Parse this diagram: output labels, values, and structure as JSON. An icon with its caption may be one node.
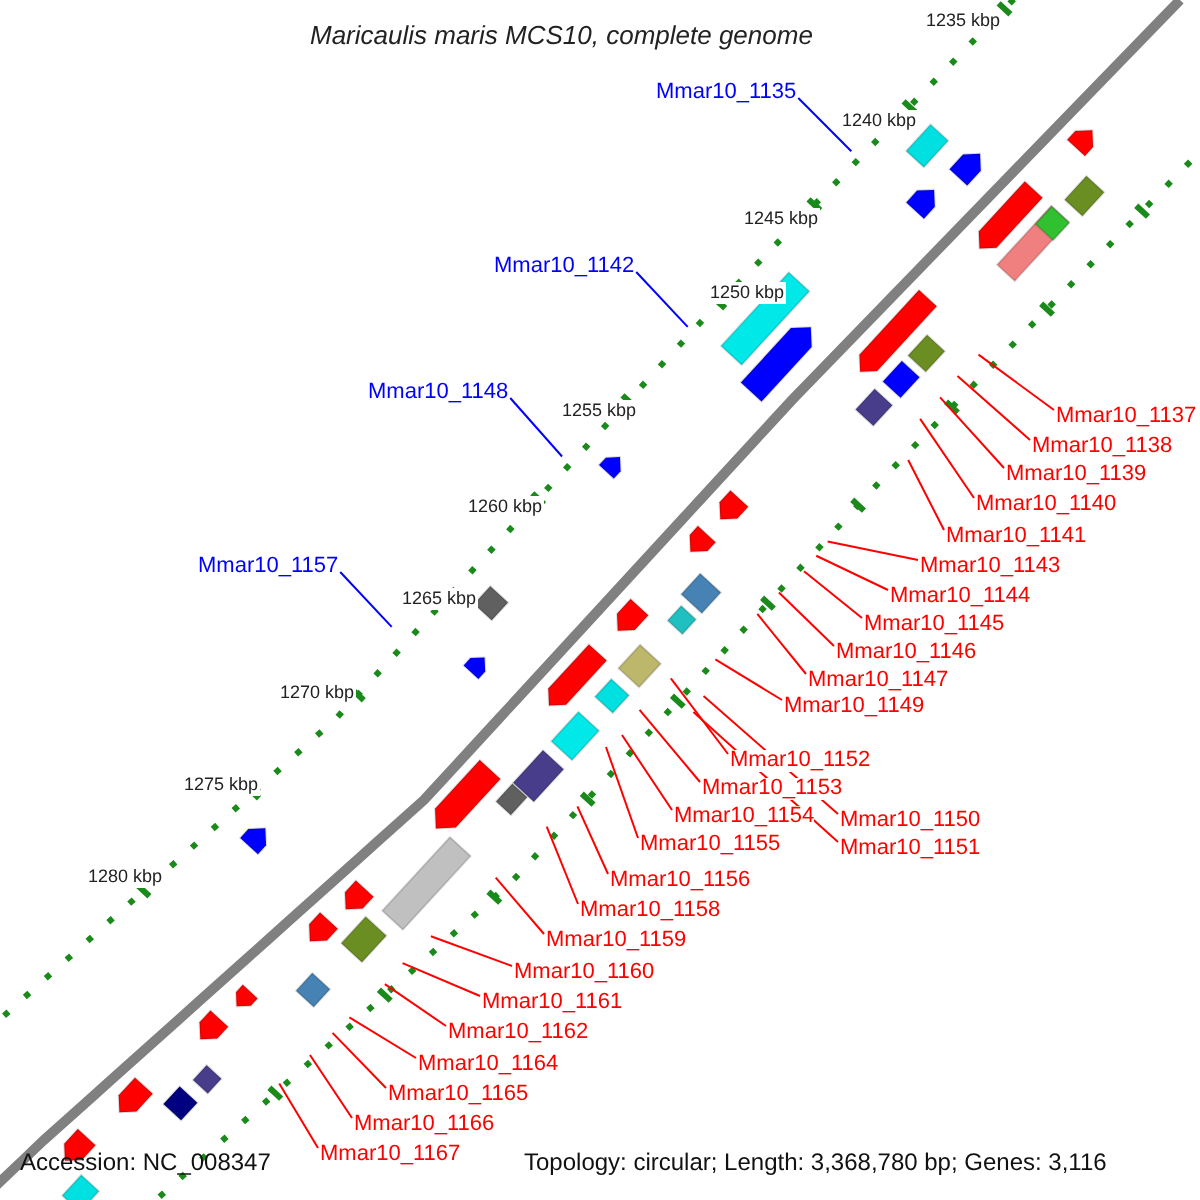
{
  "diagram": {
    "title": "Maricaulis maris MCS10, complete genome",
    "nodes": [
      {
        "text": [
          "Mmar10_1135"
        ]
      },
      {
        "text": [
          "Mmar10_1142"
        ]
      },
      {
        "text": [
          "Mmar10_1148"
        ]
      },
      {
        "text": [
          "Mmar10_1157"
        ]
      },
      {
        "text": [
          "Mmar10_1137"
        ]
      },
      {
        "text": [
          "Mmar10_1138"
        ]
      },
      {
        "text": [
          "Mmar10_1139"
        ]
      },
      {
        "text": [
          "Mmar10_1140"
        ]
      },
      {
        "text": [
          "Mmar10_1141"
        ]
      },
      {
        "text": [
          "Mmar10_1143"
        ]
      },
      {
        "text": [
          "Mmar10_1144"
        ]
      },
      {
        "text": [
          "Mmar10_1145"
        ]
      },
      {
        "text": [
          "Mmar10_1146"
        ]
      },
      {
        "text": [
          "Mmar10_1147"
        ]
      },
      {
        "text": [
          "Mmar10_1149"
        ]
      },
      {
        "text": [
          "Mmar10_1152"
        ]
      },
      {
        "text": [
          "Mmar10_1153"
        ]
      },
      {
        "text": [
          "Mmar10_1154"
        ]
      },
      {
        "text": [
          "Mmar10_1150"
        ]
      },
      {
        "text": [
          "Mmar10_1151"
        ]
      },
      {
        "text": [
          "Mmar10_1155"
        ]
      },
      {
        "text": [
          "Mmar10_1156"
        ]
      },
      {
        "text": [
          "Mmar10_1158"
        ]
      },
      {
        "text": [
          "Mmar10_1159"
        ]
      },
      {
        "text": [
          "Mmar10_1160"
        ]
      },
      {
        "text": [
          "Mmar10_1161"
        ]
      },
      {
        "text": [
          "Mmar10_1162"
        ]
      },
      {
        "text": [
          "Mmar10_1164"
        ]
      },
      {
        "text": [
          "Mmar10_1165"
        ]
      },
      {
        "text": [
          "Mmar10_1166"
        ]
      },
      {
        "text": [
          "Mmar10_1167"
        ]
      }
    ],
    "edges": [
      {
        "from": 0,
        "to": null,
        "arrow": "none",
        "color": "#0000ff"
      },
      {
        "from": 1,
        "to": null,
        "arrow": "none",
        "color": "#0000ff"
      },
      {
        "from": 2,
        "to": null,
        "arrow": "none",
        "color": "#0000ff"
      },
      {
        "from": 3,
        "to": null,
        "arrow": "none",
        "color": "#0000ff"
      },
      {
        "from": 4,
        "to": null,
        "arrow": "none"
      },
      {
        "from": 5,
        "to": null,
        "arrow": "none"
      },
      {
        "from": 6,
        "to": null,
        "arrow": "none"
      },
      {
        "from": 7,
        "to": null,
        "arrow": "none"
      },
      {
        "from": 8,
        "to": null,
        "arrow": "none"
      },
      {
        "from": 9,
        "to": null,
        "arrow": "none"
      },
      {
        "from": 10,
        "to": null,
        "arrow": "none"
      },
      {
        "from": 11,
        "to": null,
        "arrow": "none"
      },
      {
        "from": 12,
        "to": null,
        "arrow": "none"
      },
      {
        "from": 13,
        "to": null,
        "arrow": "none"
      },
      {
        "from": 14,
        "to": null,
        "arrow": "none"
      },
      {
        "from": 15,
        "to": null,
        "arrow": "none"
      },
      {
        "from": 16,
        "to": null,
        "arrow": "none"
      },
      {
        "from": 17,
        "to": null,
        "arrow": "none"
      },
      {
        "from": 18,
        "to": null,
        "arrow": "none"
      },
      {
        "from": 19,
        "to": null,
        "arrow": "none"
      },
      {
        "from": 20,
        "to": null,
        "arrow": "none"
      },
      {
        "from": 21,
        "to": null,
        "arrow": "none"
      },
      {
        "from": 22,
        "to": null,
        "arrow": "none"
      },
      {
        "from": 23,
        "to": null,
        "arrow": "none"
      },
      {
        "from": 24,
        "to": null,
        "arrow": "none"
      },
      {
        "from": 25,
        "to": null,
        "arrow": "none"
      },
      {
        "from": 26,
        "to": null,
        "arrow": "none"
      },
      {
        "from": 27,
        "to": null,
        "arrow": "none"
      },
      {
        "from": 28,
        "to": null,
        "arrow": "none"
      },
      {
        "from": 29,
        "to": null,
        "arrow": "none"
      },
      {
        "from": 30,
        "to": null,
        "arrow": "none"
      }
    ],
    "labels": [
      "1235 kbp",
      "1240 kbp",
      "1245 kbp",
      "1250 kbp",
      "1255 kbp",
      "1260 kbp",
      "1265 kbp",
      "1270 kbp",
      "1275 kbp",
      "1280 kbp",
      "Accession: NC_008347",
      "Topology: circular; Length: 3,368,780 bp; Genes: 3,116"
    ]
  }
}
